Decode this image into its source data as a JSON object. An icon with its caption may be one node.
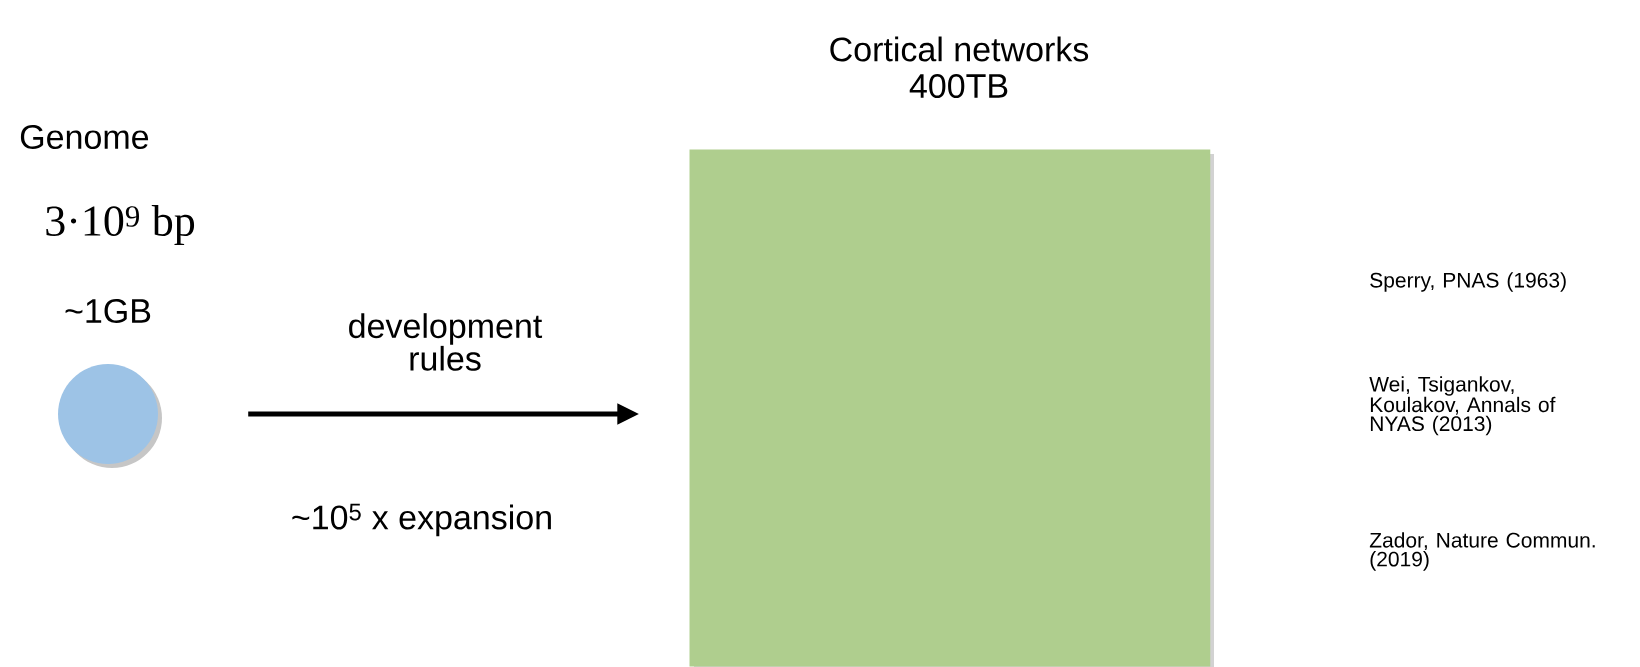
{
  "diagram": {
    "nodes": [
      {
        "text": [],
        "shape": "circle",
        "beside": [
          "Genome",
          "3·10$^{9}$ bp",
          "~1GB"
        ]
      },
      {
        "text": [
          "Cortical networks",
          "400TB"
        ]
      }
    ],
    "edges": [
      {
        "from": 0,
        "to": 1,
        "arrow": "to",
        "label": "development rules"
      }
    ],
    "labels": [
      "~10$^{5}$ x expansion",
      "Sperry, PNAS (1963)",
      "Wei, Tsigankov, Koulakov, Annals of NYAS (2013)",
      "Zador, Nature Commun. (2019)"
    ]
  }
}
